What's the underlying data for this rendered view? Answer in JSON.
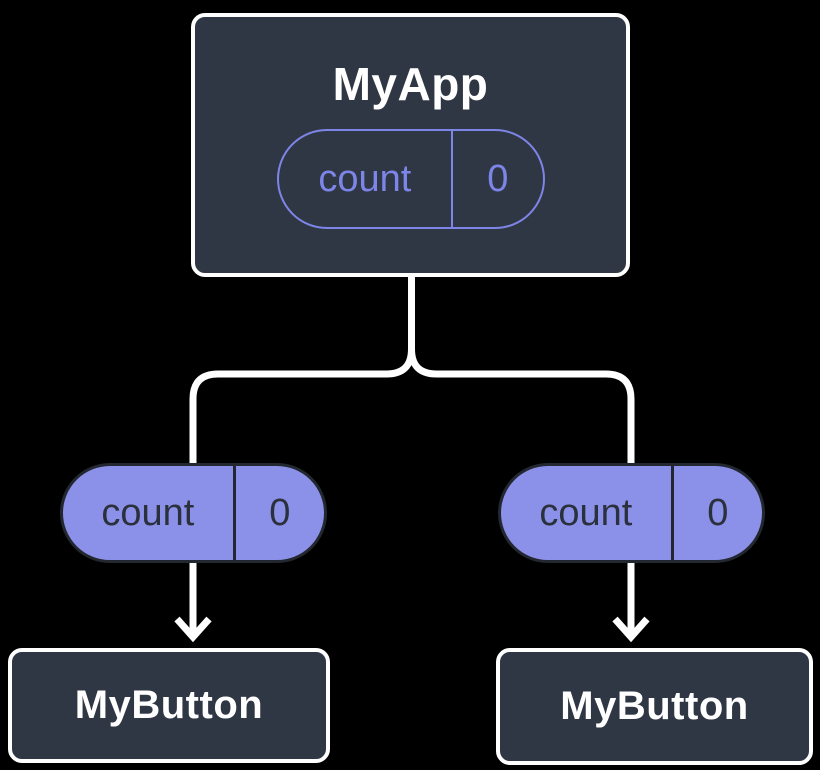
{
  "tree": {
    "root": {
      "label": "MyApp",
      "state": {
        "name": "count",
        "value": "0"
      }
    },
    "children": [
      {
        "label": "MyButton",
        "prop": {
          "name": "count",
          "value": "0"
        }
      },
      {
        "label": "MyButton",
        "prop": {
          "name": "count",
          "value": "0"
        }
      }
    ]
  },
  "colors": {
    "background": "#000000",
    "node_fill": "#303744",
    "node_border": "#ffffff",
    "node_text": "#ffffff",
    "pill_fill": "#8b90e8",
    "pill_border_dark": "#23272f",
    "pill_text_dark": "#2b313c",
    "pill_outline_purple": "#7d85e8",
    "connector_line": "#ffffff"
  }
}
